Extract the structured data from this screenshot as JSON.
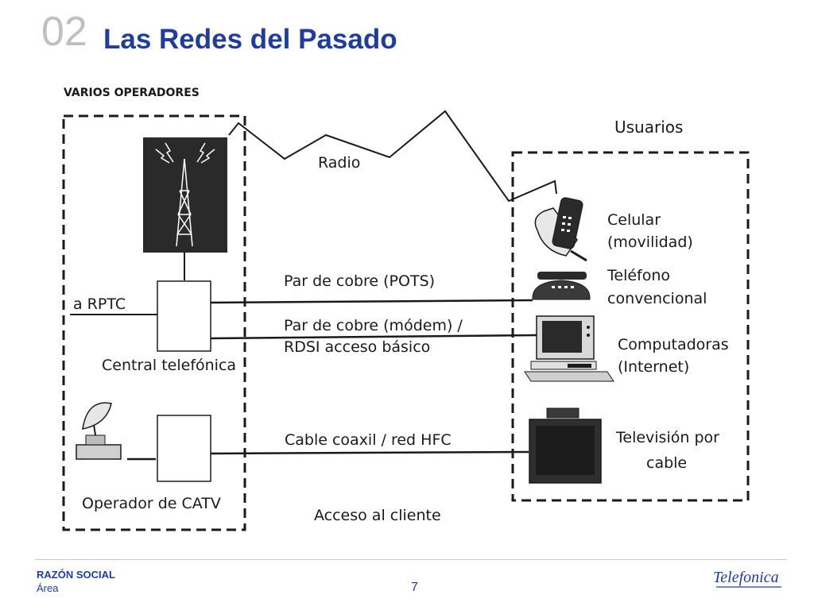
{
  "slide": {
    "number": "02",
    "title": "Las Redes del Pasado"
  },
  "diagram": {
    "header_left": "VARIOS OPERADORES",
    "header_right": "Usuarios",
    "radio_label": "Radio",
    "rptc_label": "a RPTC",
    "central_label": "Central telefónica",
    "catv_label": "Operador de CATV",
    "access_label": "Acceso al cliente",
    "links": {
      "pots": "Par de cobre (POTS)",
      "modem_line1": "Par de cobre (módem) /",
      "modem_line2": "RDSI acceso básico",
      "coax": "Cable coaxil / red HFC"
    },
    "users": {
      "cell_line1": "Celular",
      "cell_line2": "(movilidad)",
      "phone_line1": "Teléfono",
      "phone_line2": "convencional",
      "pc_line1": "Computadoras",
      "pc_line2": "(Internet)",
      "tv_line1": "Televisión por",
      "tv_line2": "cable"
    }
  },
  "footer": {
    "company": "RAZÓN SOCIAL",
    "area": "Área",
    "page": "7",
    "logo_text": "Telefonica"
  },
  "colors": {
    "title": "#1f3d99",
    "number": "#bfbfbf",
    "ink": "#1a1a1a"
  }
}
